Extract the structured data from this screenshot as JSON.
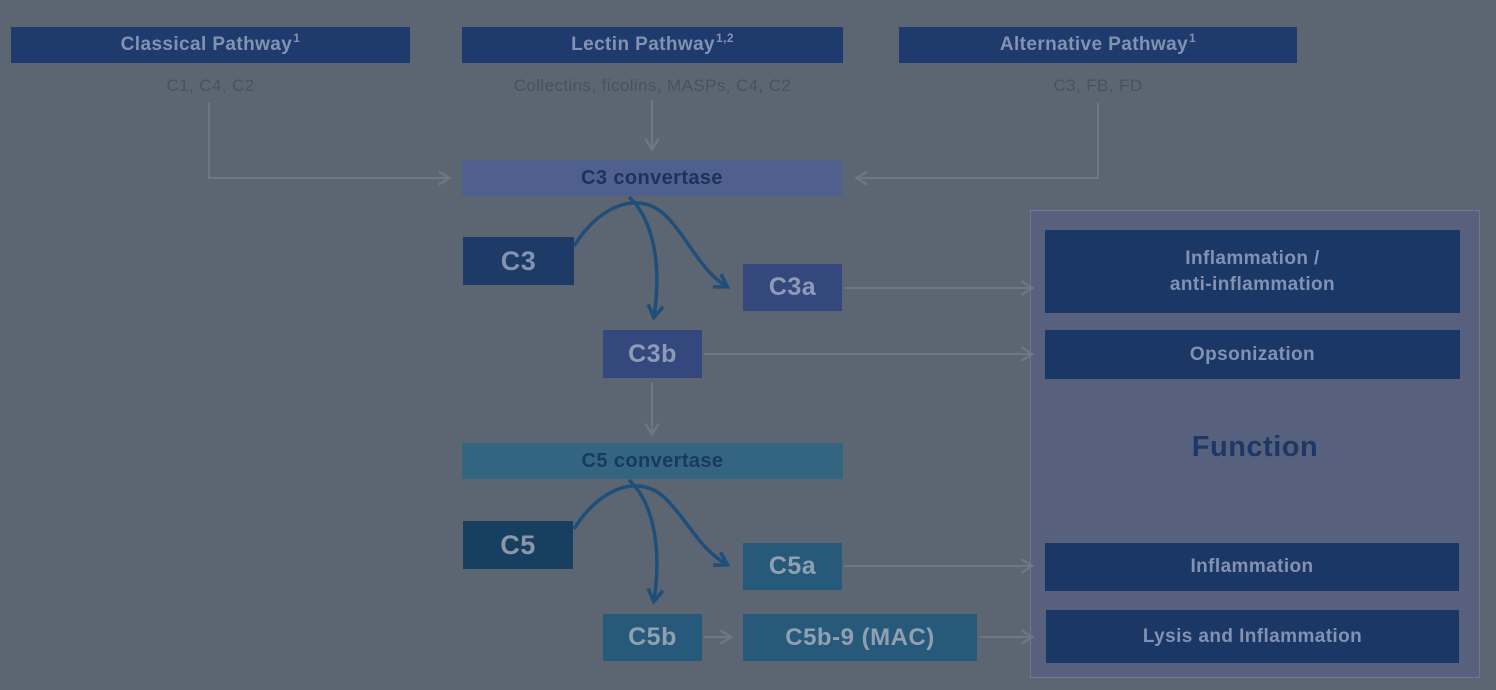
{
  "diagram_title": "Complement cascade pathway diagram",
  "pathways": [
    {
      "label": "Classical Pathway",
      "sup": "1",
      "components": "C1, C4, C2"
    },
    {
      "label": "Lectin Pathway",
      "sup": "1,2",
      "components": "Collectins, ficolins, MASPs, C4, C2"
    },
    {
      "label": "Alternative Pathway",
      "sup": "1",
      "components": "C3, FB, FD"
    }
  ],
  "nodes": {
    "c3_convertase": "C3 convertase",
    "c3": "C3",
    "c3a": "C3a",
    "c3b": "C3b",
    "c5_convertase": "C5 convertase",
    "c5": "C5",
    "c5a": "C5a",
    "c5b": "C5b",
    "mac": "C5b-9 (MAC)"
  },
  "function_panel": {
    "title": "Function",
    "outcomes": {
      "inflammation_anti": "Inflammation /\nanti-inflammation",
      "opsonization": "Opsonization",
      "inflammation": "Inflammation",
      "lysis": "Lysis and Inflammation"
    }
  },
  "colors": {
    "background": "#5c6673",
    "panel_background": "#57617e",
    "header_navy": "#1f3a6d",
    "c3_convertase_bar": "#4f608e",
    "c5_convertase_bar": "#336581",
    "c3_box": "#1e3a66",
    "c5_box": "#174060",
    "c3_split_box": "#35487d",
    "c5_split_box": "#27597b",
    "function_box": "#1b3765",
    "gray_arrow": "#6f7780",
    "navy_arrow": "#1f4e79",
    "muted_label": "#8492b2",
    "subtitle_text": "#49525c"
  }
}
